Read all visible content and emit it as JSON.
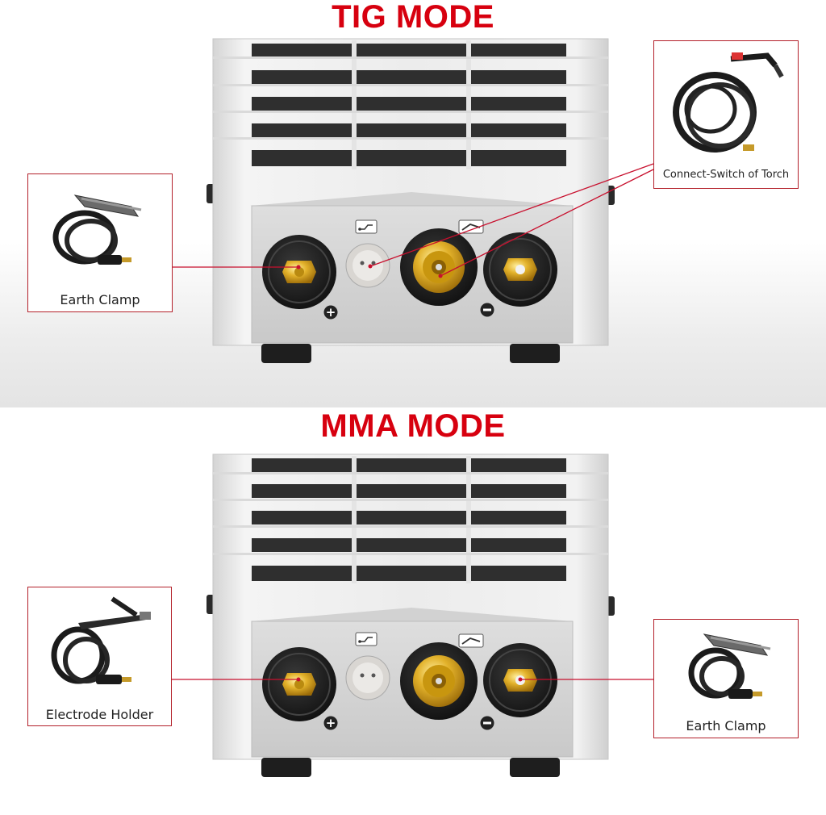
{
  "tig": {
    "title": "TIG MODE",
    "callouts": {
      "left": {
        "label": "Earth Clamp",
        "icon": "earth-clamp-cable"
      },
      "right": {
        "label": "Connect-Switch of Torch",
        "icon": "tig-torch-cable"
      }
    }
  },
  "mma": {
    "title": "MMA MODE",
    "callouts": {
      "left": {
        "label": "Electrode Holder",
        "icon": "electrode-holder-cable"
      },
      "right": {
        "label": "Earth Clamp",
        "icon": "earth-clamp-cable"
      }
    }
  },
  "panel": {
    "positive_symbol": "+",
    "negative_symbol": "−",
    "socket_icons": [
      "gas-switch-icon",
      "torch-icon"
    ]
  },
  "colors": {
    "title": "#d7000f",
    "callout_border": "#b3202a",
    "leader_line": "#c8102e",
    "brass": "#d4a017",
    "machine_body": "#e9e9e9"
  }
}
